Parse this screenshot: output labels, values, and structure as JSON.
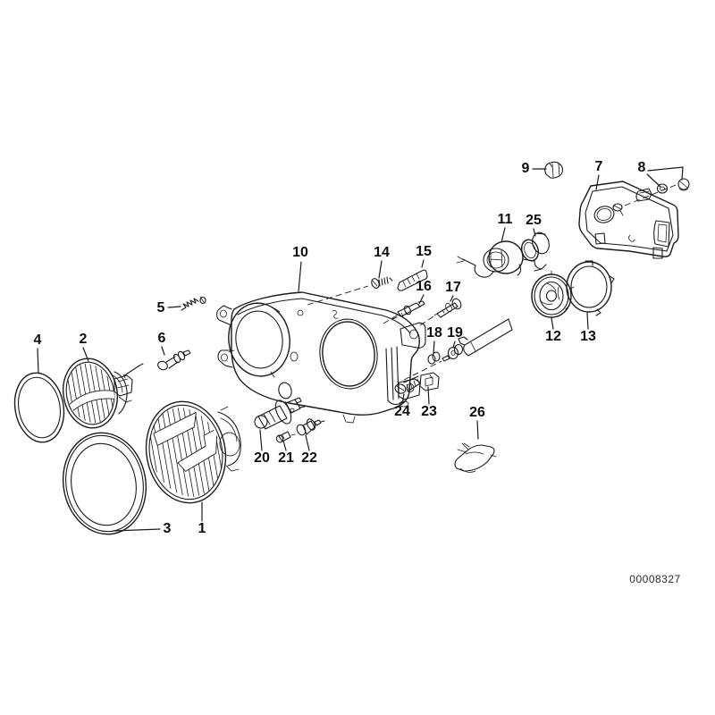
{
  "diagram": {
    "kind": "exploded-parts-diagram",
    "document_code": "00008327",
    "colors": {
      "line": "#1b1b1b",
      "background": "#ffffff"
    },
    "callouts": [
      {
        "label": "1"
      },
      {
        "label": "2"
      },
      {
        "label": "3"
      },
      {
        "label": "4"
      },
      {
        "label": "5"
      },
      {
        "label": "6"
      },
      {
        "label": "7"
      },
      {
        "label": "8"
      },
      {
        "label": "9"
      },
      {
        "label": "10"
      },
      {
        "label": "11"
      },
      {
        "label": "12"
      },
      {
        "label": "13"
      },
      {
        "label": "14"
      },
      {
        "label": "15"
      },
      {
        "label": "16"
      },
      {
        "label": "17"
      },
      {
        "label": "18"
      },
      {
        "label": "19"
      },
      {
        "label": "20"
      },
      {
        "label": "21"
      },
      {
        "label": "22"
      },
      {
        "label": "23"
      },
      {
        "label": "24"
      },
      {
        "label": "25"
      },
      {
        "label": "26"
      }
    ]
  }
}
